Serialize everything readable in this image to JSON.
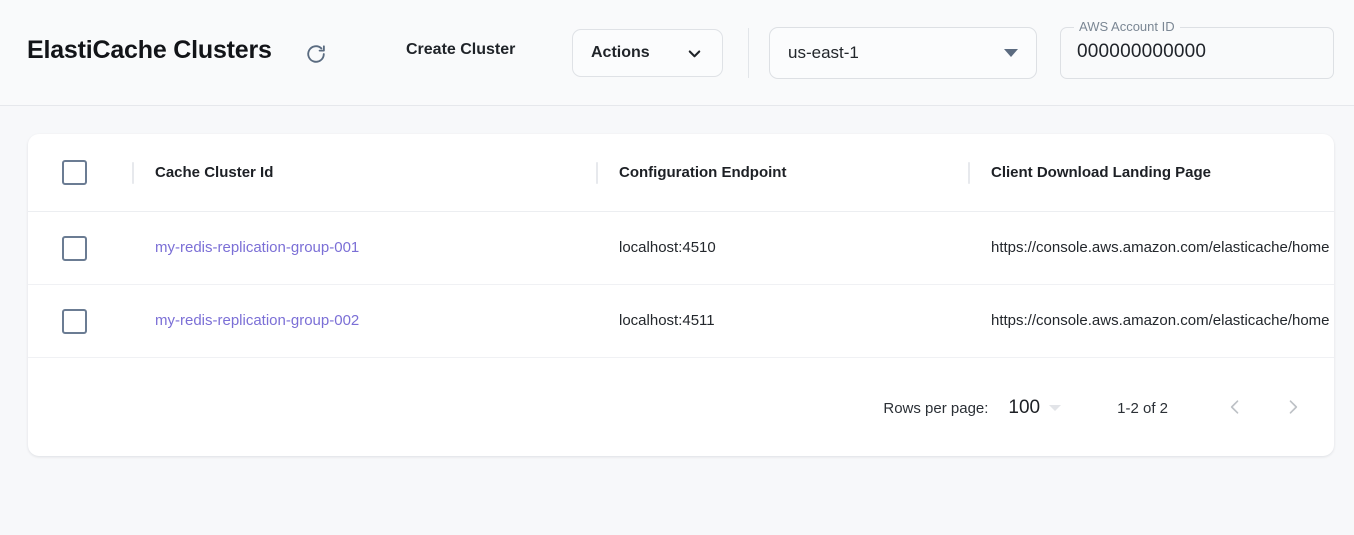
{
  "header": {
    "title": "ElastiCache Clusters",
    "refresh_icon": "refresh-icon",
    "create_cluster_label": "Create Cluster",
    "actions_label": "Actions",
    "actions_chevron_icon": "chevron-down-icon",
    "region": {
      "value": "us-east-1",
      "caret_icon": "dropdown-triangle-icon"
    },
    "account": {
      "label": "AWS Account ID",
      "value": "000000000000"
    }
  },
  "table": {
    "columns": [
      "Cache Cluster Id",
      "Configuration Endpoint",
      "Client Download Landing Page"
    ],
    "rows": [
      {
        "cluster_id": "my-redis-replication-group-001",
        "endpoint": "localhost:4510",
        "landing_page": "https://console.aws.amazon.com/elasticache/home"
      },
      {
        "cluster_id": "my-redis-replication-group-002",
        "endpoint": "localhost:4511",
        "landing_page": "https://console.aws.amazon.com/elasticache/home"
      }
    ]
  },
  "pagination": {
    "rows_per_page_label": "Rows per page:",
    "rows_per_page_value": "100",
    "range_label": "1-2 of 2",
    "prev_icon": "chevron-left-icon",
    "next_icon": "chevron-right-icon"
  },
  "colors": {
    "link": "#7b6fd6",
    "page_bg": "#f7f8fa",
    "card_bg": "#ffffff",
    "checkbox_border": "#6b7c93"
  }
}
